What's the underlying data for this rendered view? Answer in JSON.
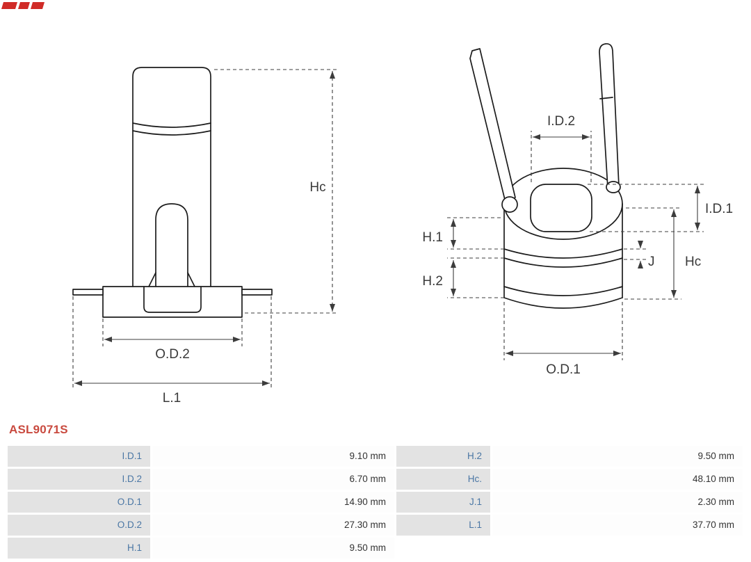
{
  "logo": {
    "name": "AS-PL logo fragment",
    "color": "#d02b27"
  },
  "part": {
    "number": "ASL9071S",
    "accent_color": "#c94a3f"
  },
  "diagram": {
    "left_view": {
      "hc": "Hc",
      "od2": "O.D.2",
      "l1": "L.1"
    },
    "right_view": {
      "id2": "I.D.2",
      "id1": "I.D.1",
      "h1": "H.1",
      "h2": "H.2",
      "j": "J",
      "hc": "Hc",
      "od1": "O.D.1"
    }
  },
  "table": {
    "rows": [
      {
        "left": {
          "label": "I.D.1",
          "value": "9.10 mm"
        },
        "right": {
          "label": "H.2",
          "value": "9.50 mm"
        }
      },
      {
        "left": {
          "label": "I.D.2",
          "value": "6.70 mm"
        },
        "right": {
          "label": "Hc.",
          "value": "48.10 mm"
        }
      },
      {
        "left": {
          "label": "O.D.1",
          "value": "14.90 mm"
        },
        "right": {
          "label": "J.1",
          "value": "2.30 mm"
        }
      },
      {
        "left": {
          "label": "O.D.2",
          "value": "27.30 mm"
        },
        "right": {
          "label": "L.1",
          "value": "37.70 mm"
        }
      },
      {
        "left": {
          "label": "H.1",
          "value": "9.50 mm"
        },
        "right": {
          "label": "",
          "value": ""
        }
      }
    ]
  },
  "colors": {
    "label_bg": "#e3e3e3",
    "label_text": "#4a76a4",
    "value_text": "#333333"
  }
}
